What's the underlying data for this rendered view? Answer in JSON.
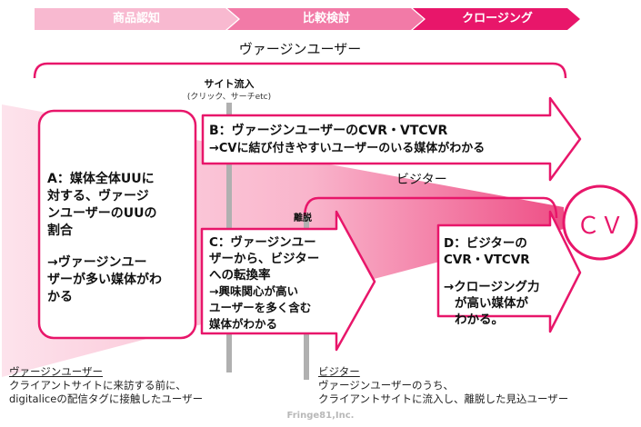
{
  "phases": [
    "商品認知",
    "比較検討",
    "クロージング"
  ],
  "colors": {
    "phase1": "#f8b9d0",
    "phase2": "#f27aa7",
    "phase3": "#e8166a",
    "accent": "#e8166a",
    "divider": "#b0b0b0"
  },
  "virgin_user_label": "ヴァージンユーザー",
  "site_inflow": {
    "title": "サイト流入",
    "sub": "(クリック、サーチetc)"
  },
  "visitor_label": "ビジター",
  "exit_label": "離脱",
  "cv_label": "ＣＶ",
  "box_a": {
    "line1": "A：媒体全体UUに",
    "line2": "対する、ヴァージ",
    "line3": "ンユーザーのUUの",
    "line4": "割合",
    "line5": "→ヴァージンユー",
    "line6": "ザーが多い媒体がわ",
    "line7": "かる"
  },
  "box_b": {
    "title": "B：ヴァージンユーザーのCVR・VTCVR",
    "desc": "→CVに結び付きやすいユーザーのいる媒体がわかる"
  },
  "box_c": {
    "line1": "C：ヴァージンユー",
    "line2": "ザーから、ビジター",
    "line3": "への転換率",
    "line4": "→興味関心が高い",
    "line5": "ユーザーを多く含む",
    "line6": "媒体がわかる"
  },
  "box_d": {
    "line1": "D：ビジターの",
    "line2": "CVR・VTCVR",
    "line3": "→クロージング力",
    "line4": "が高い媒体が",
    "line5": "わかる。"
  },
  "def_virgin": {
    "title": "ヴァージンユーザー",
    "line1": "クライアントサイトに来訪する前に、",
    "line2": "digitaliceの配信タグに接触したユーザー"
  },
  "def_visitor": {
    "title": "ビジター",
    "line1": "ヴァージンユーザーのうち、",
    "line2": "クライアントサイトに流入し、離脱した見込ユーザー"
  },
  "footer": "Fringe81,Inc."
}
